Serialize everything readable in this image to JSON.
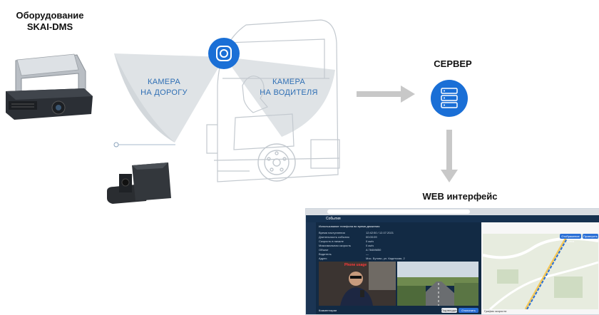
{
  "device": {
    "title_line1": "Оборудование",
    "title_line2": "SKAI-DMS"
  },
  "cameras": {
    "road_line1": "КАМЕРА",
    "road_line2": "НА ДОРОГУ",
    "driver_line1": "КАМЕРА",
    "driver_line2": "НА ВОДИТЕЛЯ"
  },
  "server": {
    "title": "СЕРВЕР"
  },
  "web": {
    "title": "WEB интерфейс",
    "nav_title": "События",
    "panel_heading": "Использование телефона во время движения",
    "fields": [
      "Время наступления",
      "Длительность события",
      "Скорость в начале",
      "Максимальная скорость",
      "Объект",
      "Водитель",
      "Адрес"
    ],
    "values": [
      "12:42:50 / 12.07.2021",
      "00:00:09",
      "0 км/ч",
      "0 км/ч",
      "A 784MM50",
      "—",
      "Mос. Бутово, ул. Кадетская, 2"
    ],
    "overlay_text": "Phone usage",
    "btn_play": "Отображение трека",
    "btn_action": "Проверить",
    "bottom_label": "Комментарии",
    "btn_confirm": "Подтвердить",
    "btn_reject": "Отклонить",
    "speed_label": "График скорости"
  },
  "colors": {
    "accent": "#1a6fd6",
    "arrow": "#c8c8c8",
    "outline": "#bfc6cc",
    "fan": "#dfe3e6"
  }
}
